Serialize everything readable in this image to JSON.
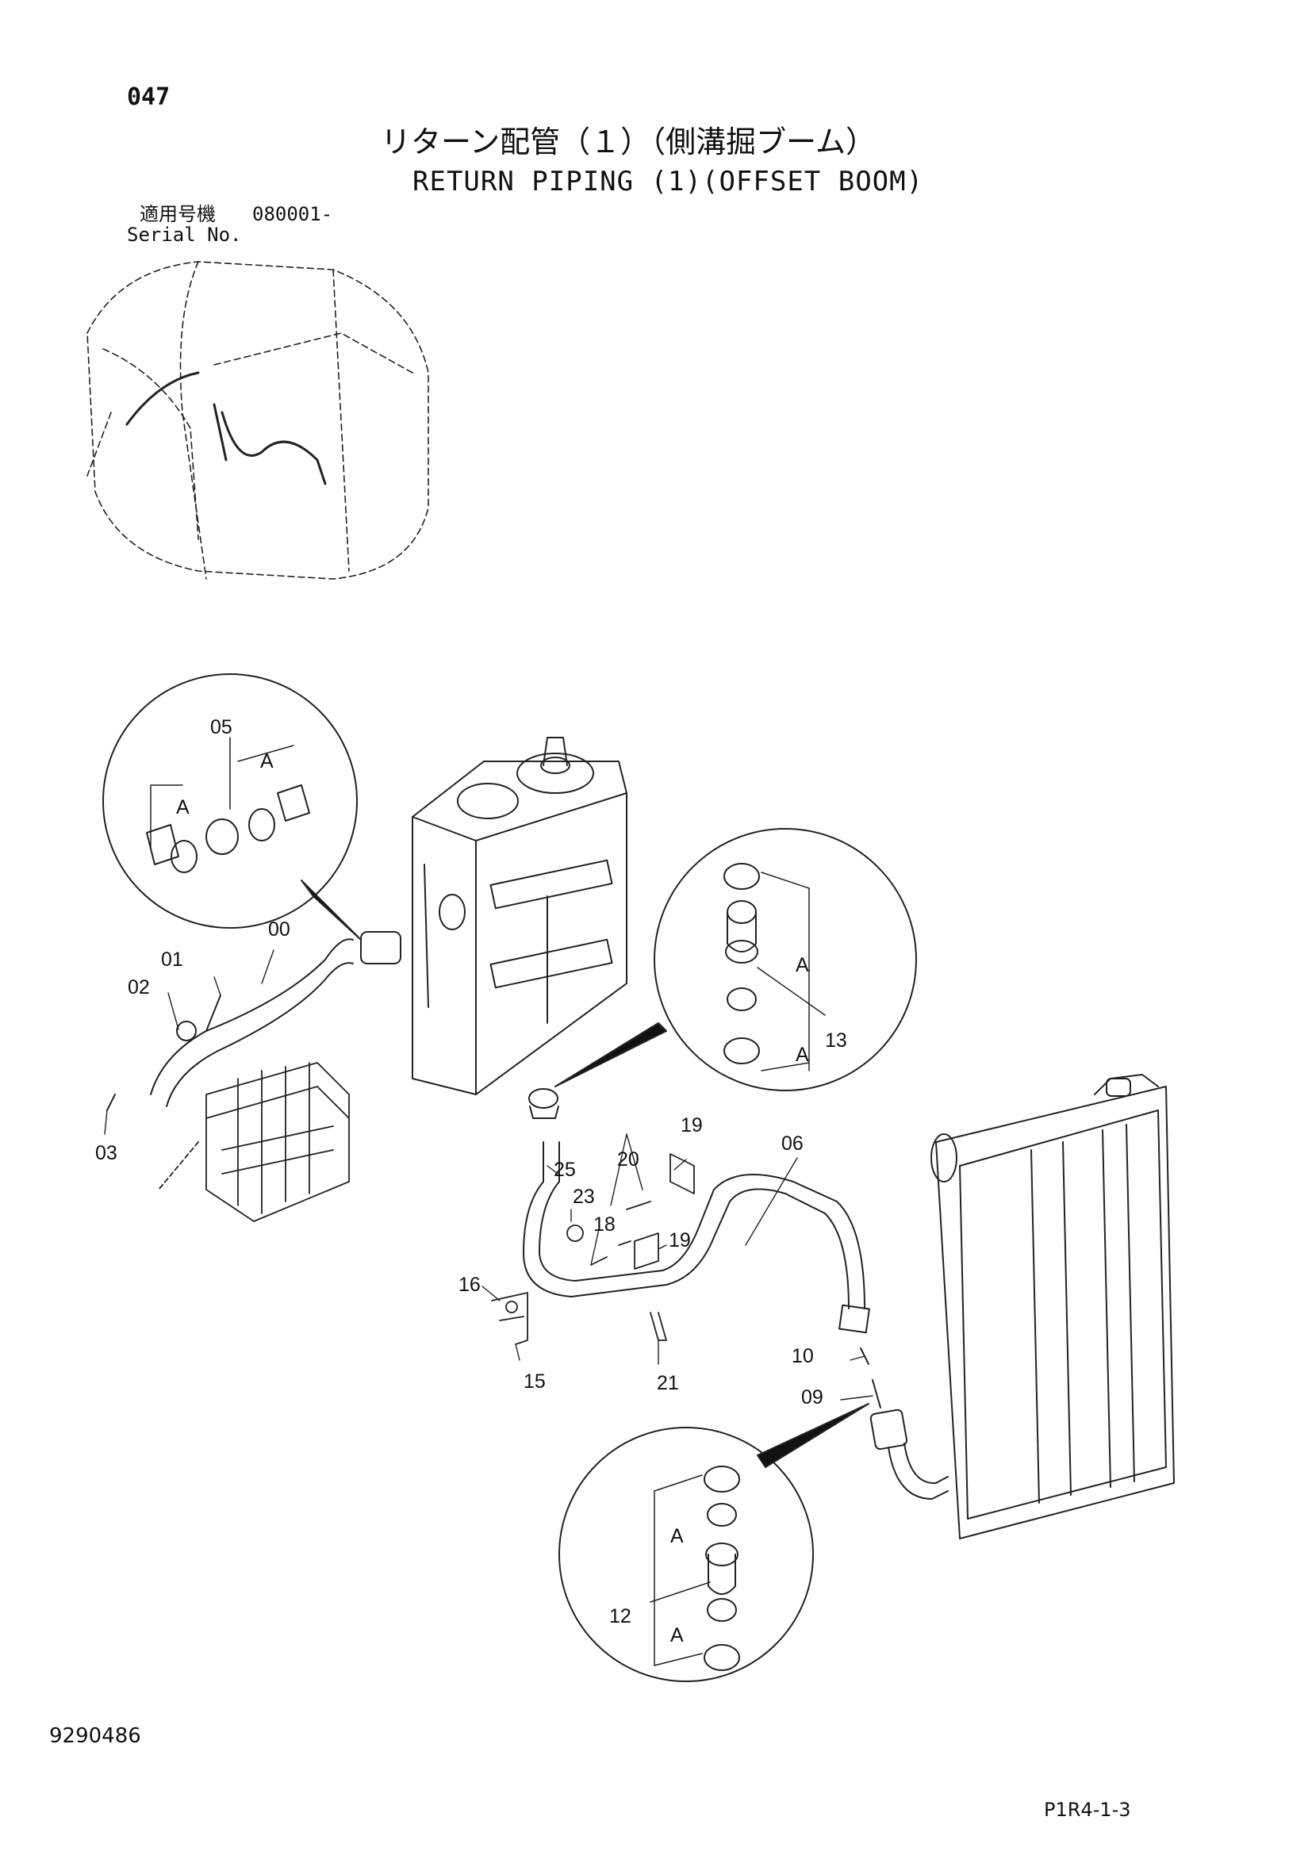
{
  "header": {
    "page_number": "047",
    "title_jp": "リターン配管（１）（側溝掘ブーム）",
    "title_en": "RETURN PIPING (1)(OFFSET BOOM)",
    "serial_label_jp": "適用号機",
    "serial_value": "080001-",
    "serial_label_en": "Serial No."
  },
  "callouts": {
    "c00": "00",
    "c01": "01",
    "c02": "02",
    "c03": "03",
    "c05": "05",
    "c06": "06",
    "c09": "09",
    "c10": "10",
    "c12": "12",
    "c13": "13",
    "c15": "15",
    "c16": "16",
    "c18": "18",
    "c19a": "19",
    "c19b": "19",
    "c20": "20",
    "c21": "21",
    "c23": "23",
    "c25": "25",
    "a1": "A",
    "a2": "A",
    "a3": "A",
    "a4": "A",
    "a5": "A",
    "a6": "A"
  },
  "footer": {
    "catalog_number": "9290486",
    "page_code": "P1R4-1-3"
  }
}
